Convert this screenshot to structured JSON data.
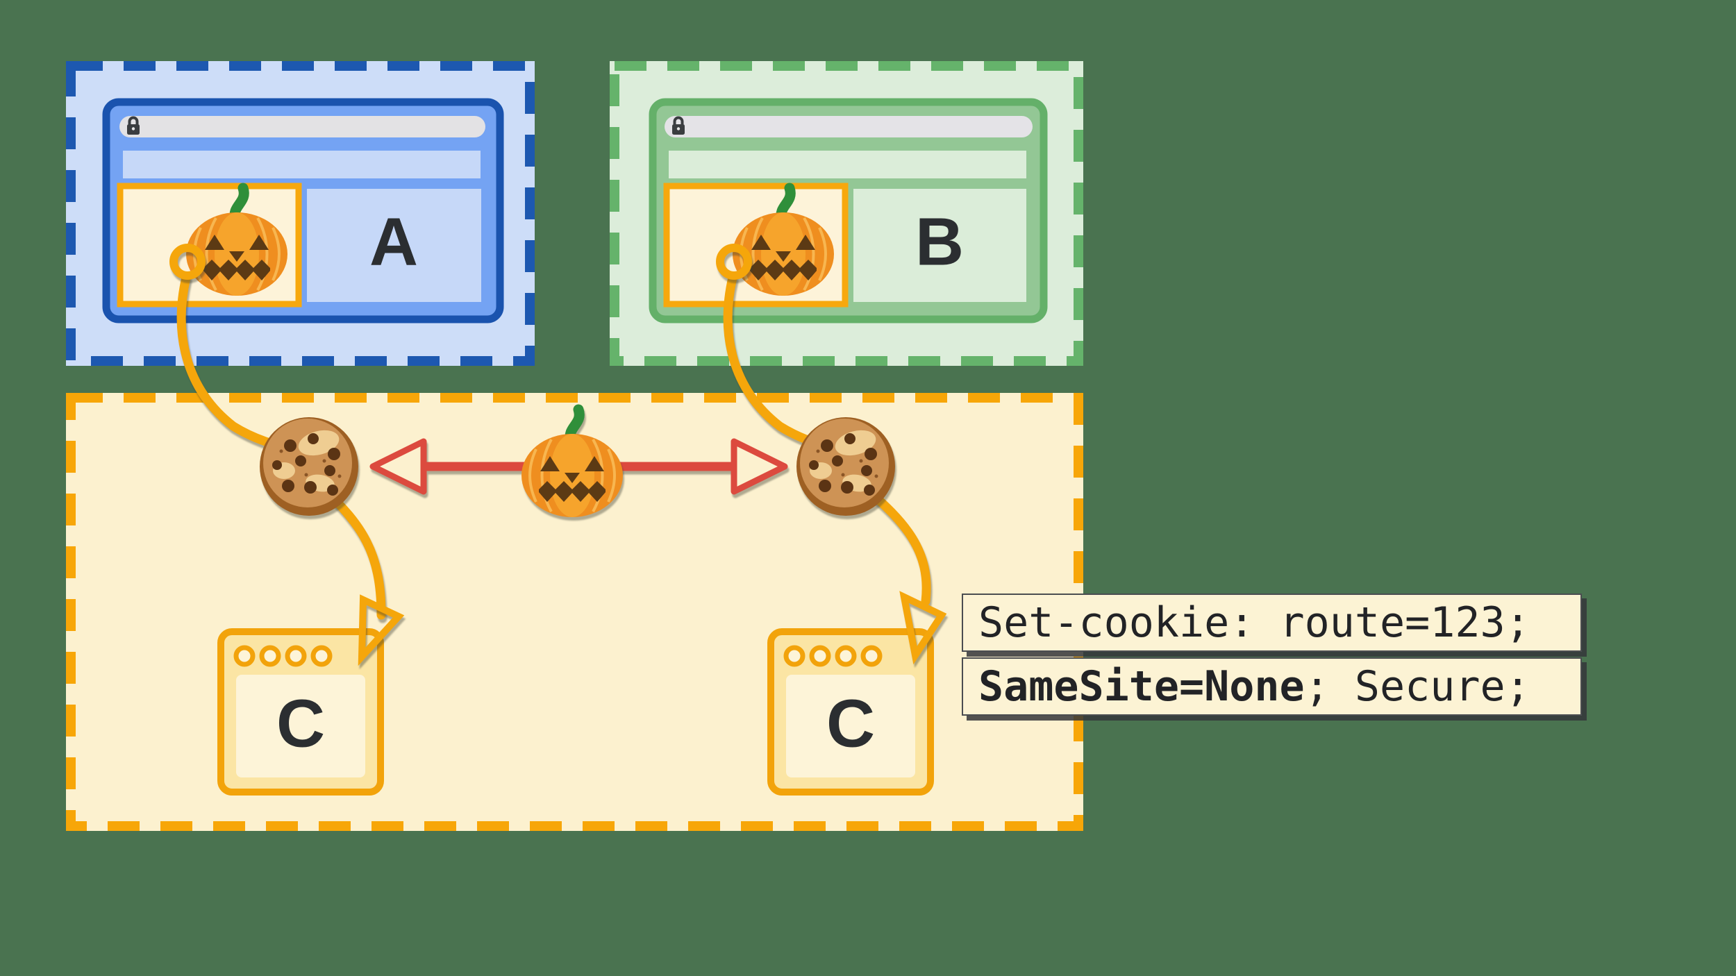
{
  "site_a_frame": {
    "label": "A"
  },
  "site_b_frame": {
    "label": "B"
  },
  "third_party_frame": {
    "window_left_label": "C",
    "window_right_label": "C"
  },
  "cookie_header_annotation": {
    "line1": "Set-cookie: route=123;",
    "line2_bold": "SameSite=None",
    "line2_rest": "; Secure;"
  },
  "colors": {
    "background": "#4A7350",
    "site_a_accent": "#1D58B0",
    "site_a_fill": "#CDDDF8",
    "site_b_accent": "#65B36B",
    "site_b_fill": "#DCEDDA",
    "third_party_accent": "#F7A608",
    "third_party_fill": "#FCF1CF",
    "iframe_border": "#F7A80D",
    "iframe_fill": "#FDF3D9",
    "cookie_link": "#F5A60B",
    "exchange_arrow": "#DC4A3E",
    "code_box_fill": "#FCF3D4",
    "text_dark": "#2B2E31"
  },
  "icons": {
    "lock": "lock-icon",
    "pumpkin": "jack-o-lantern-icon",
    "cookie": "cookie-icon",
    "link_ring": "ring-icon",
    "arrowhead": "arrowhead-icon",
    "exchange": "bidirectional-arrow-icon"
  }
}
